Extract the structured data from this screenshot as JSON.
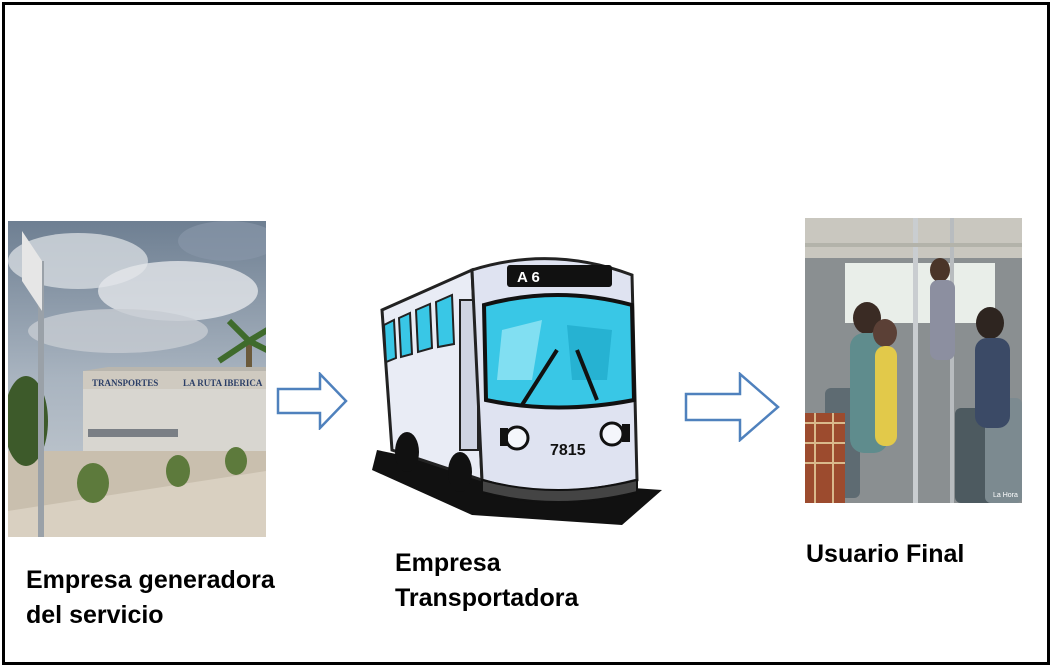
{
  "steps": [
    {
      "caption_line1": "Empresa generadora",
      "caption_line2": "del servicio",
      "image": "transport-company-building-photo"
    },
    {
      "caption_line1": "Empresa",
      "caption_line2": "Transportadora",
      "image": "bus-clipart"
    },
    {
      "caption_line1": "Usuario Final",
      "caption_line2": "",
      "image": "bus-passengers-photo"
    }
  ],
  "photo_text": {
    "building_sign_left": "TRANSPORTES",
    "building_sign_right": "LA RUTA IBERICA",
    "bus_route_sign": "A 6",
    "bus_number": "7815",
    "watermark": "La Hora"
  },
  "colors": {
    "arrow_stroke": "#4f81bd",
    "frame": "#000000"
  }
}
